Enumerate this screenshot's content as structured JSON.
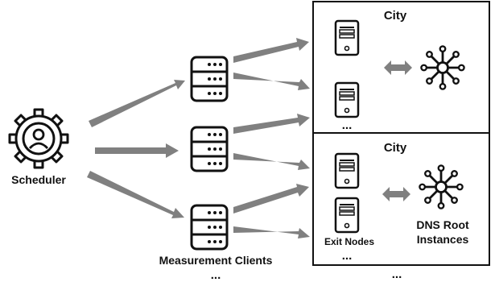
{
  "labels": {
    "scheduler": "Scheduler",
    "measurement_clients": "Measurement Clients",
    "clients_ellipsis": "...",
    "exit_nodes": "Exit Nodes",
    "dns_root_line1": "DNS Root",
    "dns_root_line2": "Instances",
    "cities_ellipsis": "..."
  },
  "cities": [
    {
      "title": "City",
      "nodes_ellipsis": "..."
    },
    {
      "title": "City",
      "nodes_ellipsis": "..."
    }
  ],
  "colors": {
    "arrow": "#808080",
    "stroke": "#111111",
    "background": "#ffffff"
  },
  "icons": [
    "gear-user-icon",
    "server-rack-icon",
    "server-tower-icon",
    "network-hub-icon"
  ]
}
